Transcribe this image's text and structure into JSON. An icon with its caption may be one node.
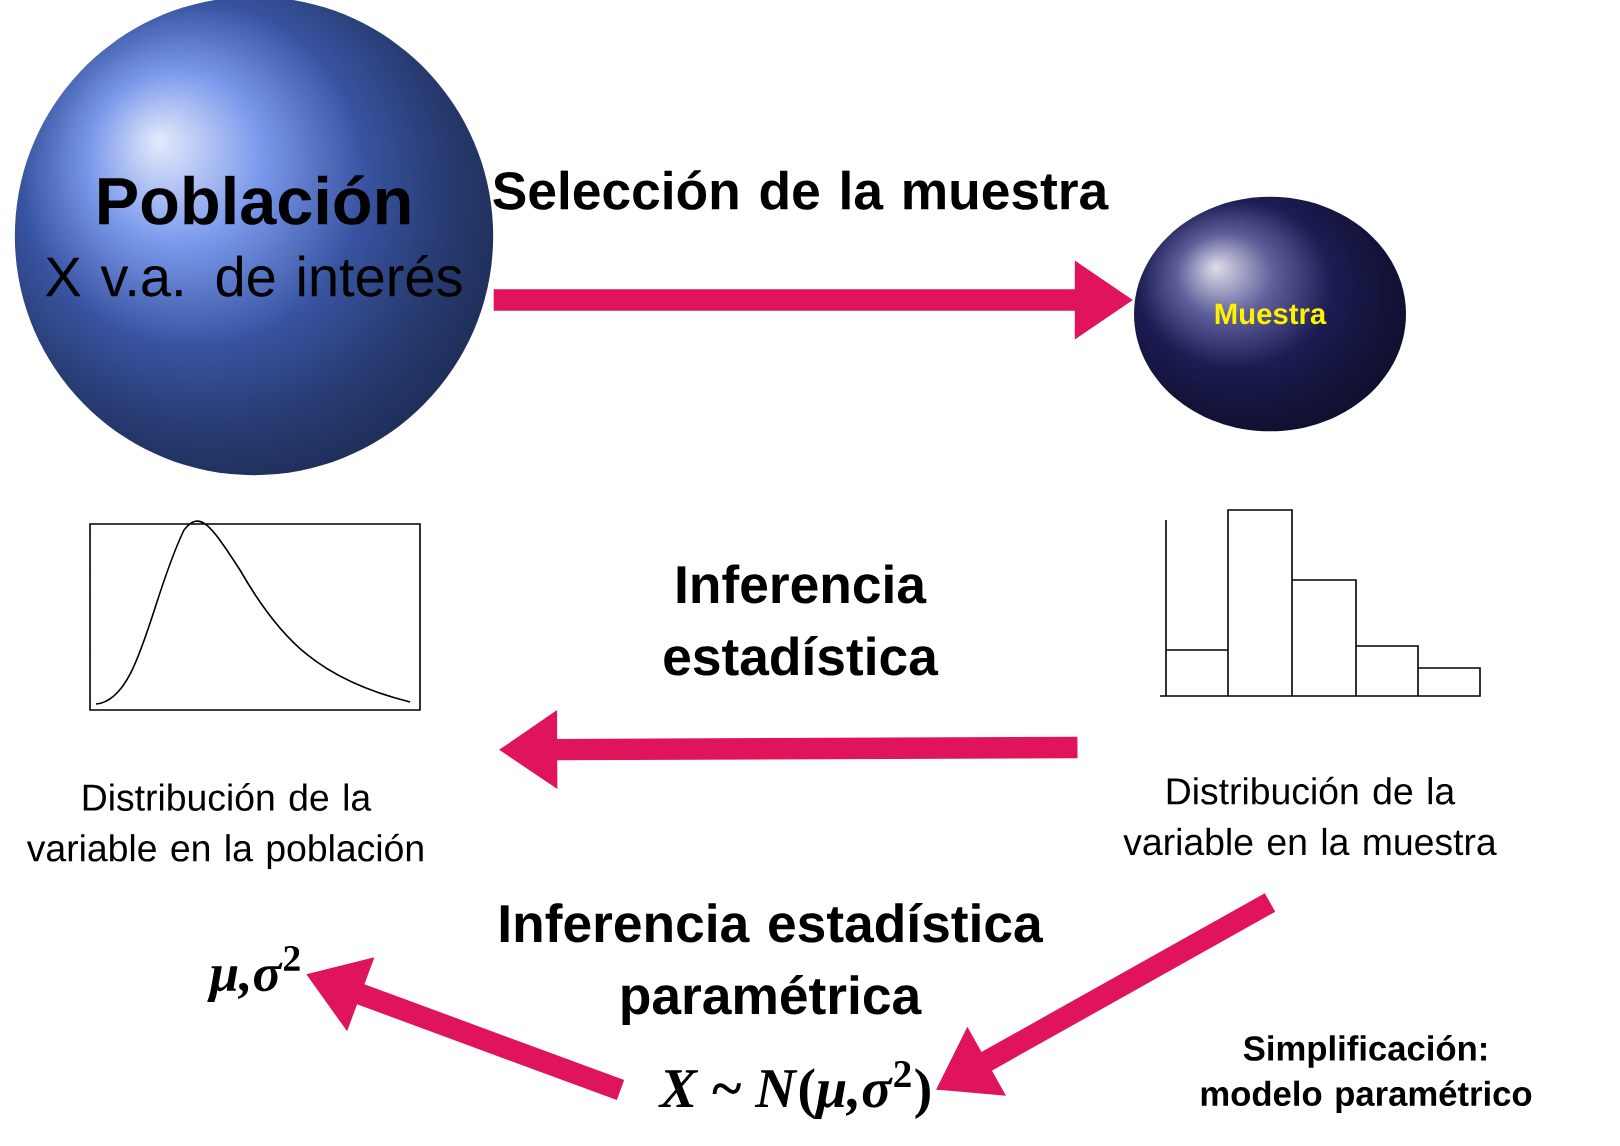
{
  "diagram": {
    "nodes": [
      {
        "text": [
          "Población",
          "X v.a. de interés"
        ]
      },
      {
        "text": [
          "Muestra"
        ]
      },
      {
        "text": [
          "Distribución de la variable en la población"
        ]
      },
      {
        "text": [
          "Distribución de la variable en la muestra"
        ]
      },
      {
        "text": [
          "*μ,σ*$^{2}$"
        ]
      },
      {
        "text": [
          "*X* ~ *N*(*μ,σ*$^{2}$)"
        ]
      }
    ],
    "edges": [
      {
        "from": 0,
        "to": 1,
        "arrow": "to",
        "label": "Selección de la muestra"
      },
      {
        "from": 3,
        "to": 2,
        "arrow": "to",
        "label": "Inferencia estadística"
      },
      {
        "from": 3,
        "to": 5,
        "arrow": "to",
        "label": "Simplificación: modelo paramétrico"
      },
      {
        "from": 5,
        "to": 4,
        "arrow": "to",
        "label": "Inferencia estadística paramétrica"
      }
    ]
  }
}
